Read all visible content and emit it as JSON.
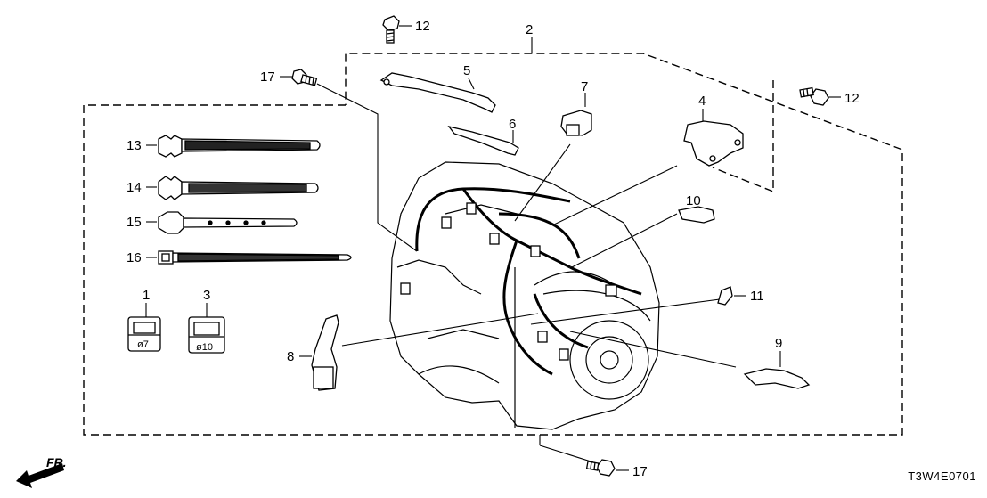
{
  "diagram": {
    "title": "Engine wire harness parts diagram",
    "code": "T3W4E0701",
    "direction_label": "FR.",
    "callouts": [
      "1",
      "2",
      "3",
      "4",
      "5",
      "6",
      "7",
      "8",
      "9",
      "10",
      "11",
      "12",
      "12",
      "13",
      "14",
      "15",
      "16",
      "17",
      "17"
    ],
    "clip_sizes": {
      "clip_1": "ø7",
      "clip_3": "ø10"
    }
  }
}
